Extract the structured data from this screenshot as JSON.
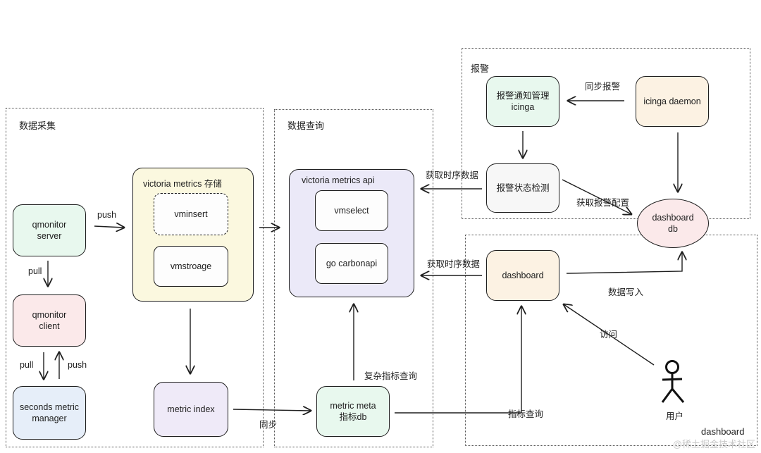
{
  "regions": {
    "collect": "数据采集",
    "query": "数据查询",
    "alarm": "报警",
    "dashboard": "dashboard"
  },
  "nodes": {
    "qmonitor_server": "qmonitor\nserver",
    "qmonitor_client": "qmonitor\nclient",
    "seconds_metric_manager": "seconds metric\nmanager",
    "vm_storage_title": "victoria metrics 存储",
    "vminsert": "vminsert",
    "vmstroage": "vmstroage",
    "metric_index": "metric index",
    "vm_api_title": "victoria metrics api",
    "vmselect": "vmselect",
    "go_carbonapi": "go carbonapi",
    "metric_meta": "metric meta\n指标db",
    "alarm_notify": "报警通知管理\nicinga",
    "icinga_daemon": "icinga daemon",
    "alarm_check": "报警状态检测",
    "dashboard_db": "dashboard\ndb",
    "dashboard": "dashboard",
    "user": "用户"
  },
  "edges": {
    "push1": "push",
    "pull1": "pull",
    "pull2": "pull",
    "push2": "push",
    "sync": "同步",
    "complex_query": "复杂指标查询",
    "metric_query": "指标查询",
    "sync_alarm": "同步报警",
    "fetch_ts_1": "获取时序数据",
    "fetch_alarm_cfg": "获取报警配置",
    "fetch_ts_2": "获取时序数据",
    "data_write": "数据写入",
    "visit": "访问"
  },
  "watermark": "@稀土掘金技术社区"
}
